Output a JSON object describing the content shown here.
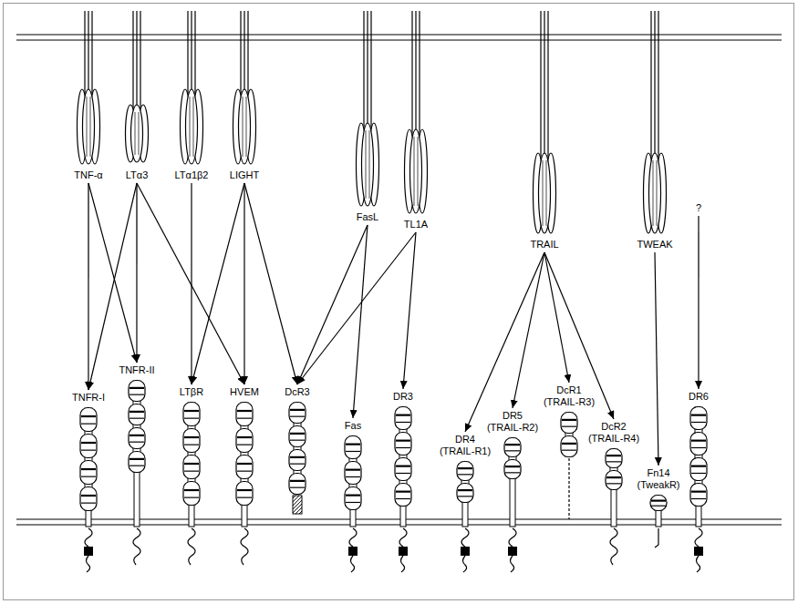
{
  "diagram": {
    "nodes": [
      {
        "text": [
          "TNF-α"
        ]
      },
      {
        "text": [
          "LTα3"
        ]
      },
      {
        "text": [
          "LTα1β2"
        ]
      },
      {
        "text": [
          "LIGHT"
        ]
      },
      {
        "text": [
          "FasL"
        ]
      },
      {
        "text": [
          "TL1A"
        ]
      },
      {
        "text": [
          "TRAIL"
        ]
      },
      {
        "text": [
          "TWEAK"
        ]
      },
      {
        "text": [
          "?"
        ]
      },
      {
        "text": [
          "TNFR-I"
        ]
      },
      {
        "text": [
          "TNFR-II"
        ]
      },
      {
        "text": [
          "LTβR"
        ]
      },
      {
        "text": [
          "HVEM"
        ]
      },
      {
        "text": [
          "DcR3"
        ]
      },
      {
        "text": [
          "Fas"
        ]
      },
      {
        "text": [
          "DR3"
        ]
      },
      {
        "text": [
          "DR4",
          "(TRAIL-R1)"
        ]
      },
      {
        "text": [
          "DR5",
          "(TRAIL-R2)"
        ]
      },
      {
        "text": [
          "DcR1",
          "(TRAIL-R3)"
        ]
      },
      {
        "text": [
          "DcR2",
          "(TRAIL-R4)"
        ]
      },
      {
        "text": [
          "Fn14",
          "(TweakR)"
        ]
      },
      {
        "text": [
          "DR6"
        ]
      }
    ],
    "edges": [
      {
        "from": 0,
        "to": 9,
        "arrow": "to"
      },
      {
        "from": 0,
        "to": 10,
        "arrow": "to"
      },
      {
        "from": 1,
        "to": 9,
        "arrow": "to"
      },
      {
        "from": 1,
        "to": 10,
        "arrow": "to"
      },
      {
        "from": 1,
        "to": 12,
        "arrow": "to"
      },
      {
        "from": 2,
        "to": 11,
        "arrow": "to"
      },
      {
        "from": 3,
        "to": 11,
        "arrow": "to"
      },
      {
        "from": 3,
        "to": 12,
        "arrow": "to"
      },
      {
        "from": 3,
        "to": 13,
        "arrow": "to"
      },
      {
        "from": 4,
        "to": 13,
        "arrow": "to"
      },
      {
        "from": 4,
        "to": 14,
        "arrow": "to"
      },
      {
        "from": 5,
        "to": 13,
        "arrow": "to"
      },
      {
        "from": 5,
        "to": 15,
        "arrow": "to"
      },
      {
        "from": 6,
        "to": 16,
        "arrow": "to"
      },
      {
        "from": 6,
        "to": 17,
        "arrow": "to"
      },
      {
        "from": 6,
        "to": 18,
        "arrow": "to"
      },
      {
        "from": 6,
        "to": 19,
        "arrow": "to"
      },
      {
        "from": 7,
        "to": 20,
        "arrow": "to"
      },
      {
        "from": 8,
        "to": 21,
        "arrow": "to"
      }
    ]
  }
}
